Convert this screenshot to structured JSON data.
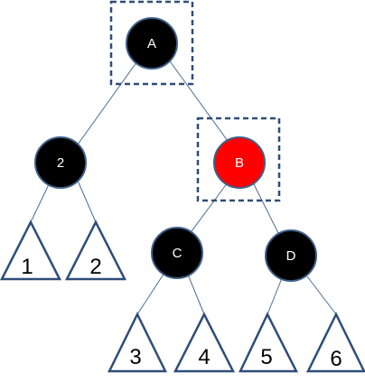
{
  "nodes": [
    {
      "id": "A",
      "label": "A",
      "color": "#000000"
    },
    {
      "id": "n2",
      "label": "2",
      "color": "#000000"
    },
    {
      "id": "B",
      "label": "B",
      "color": "#ff0000"
    },
    {
      "id": "C",
      "label": "C",
      "color": "#000000"
    },
    {
      "id": "D",
      "label": "D",
      "color": "#000000"
    }
  ],
  "subtrees": [
    "1",
    "2",
    "3",
    "4",
    "5",
    "6"
  ],
  "highlighted": [
    "A",
    "B"
  ]
}
